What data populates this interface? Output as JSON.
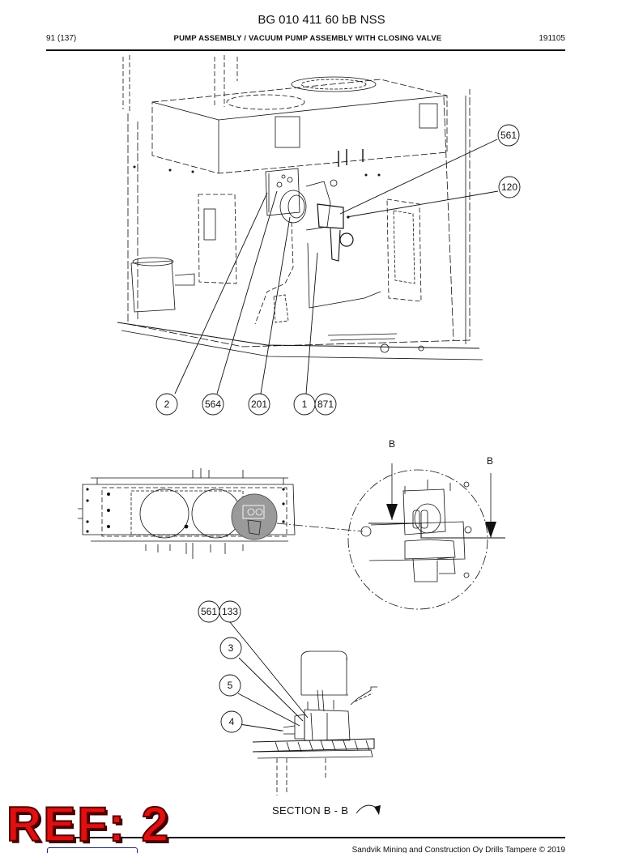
{
  "header": {
    "doc_code": "BG 010 411 60 bB NSS",
    "page": "91 (137)",
    "section": "PUMP ASSEMBLY / VACUUM PUMP ASSEMBLY WITH CLOSING VALVE",
    "date": "191105"
  },
  "callouts_top": [
    "561",
    "120",
    "2",
    "564",
    "201",
    "1",
    "871"
  ],
  "section_markers": [
    "B",
    "B"
  ],
  "callouts_section": [
    "561",
    "133",
    "3",
    "5",
    "4"
  ],
  "section_label": "SECTION B - B",
  "footer": {
    "copyright": "Sandvik Mining and Construction Oy Drills Tampere © 2019"
  },
  "stamp": "REF: 2",
  "colors": {
    "stamp_red": "#e01010",
    "line": "#111111",
    "highlight_gray": "#9a9a9a"
  }
}
